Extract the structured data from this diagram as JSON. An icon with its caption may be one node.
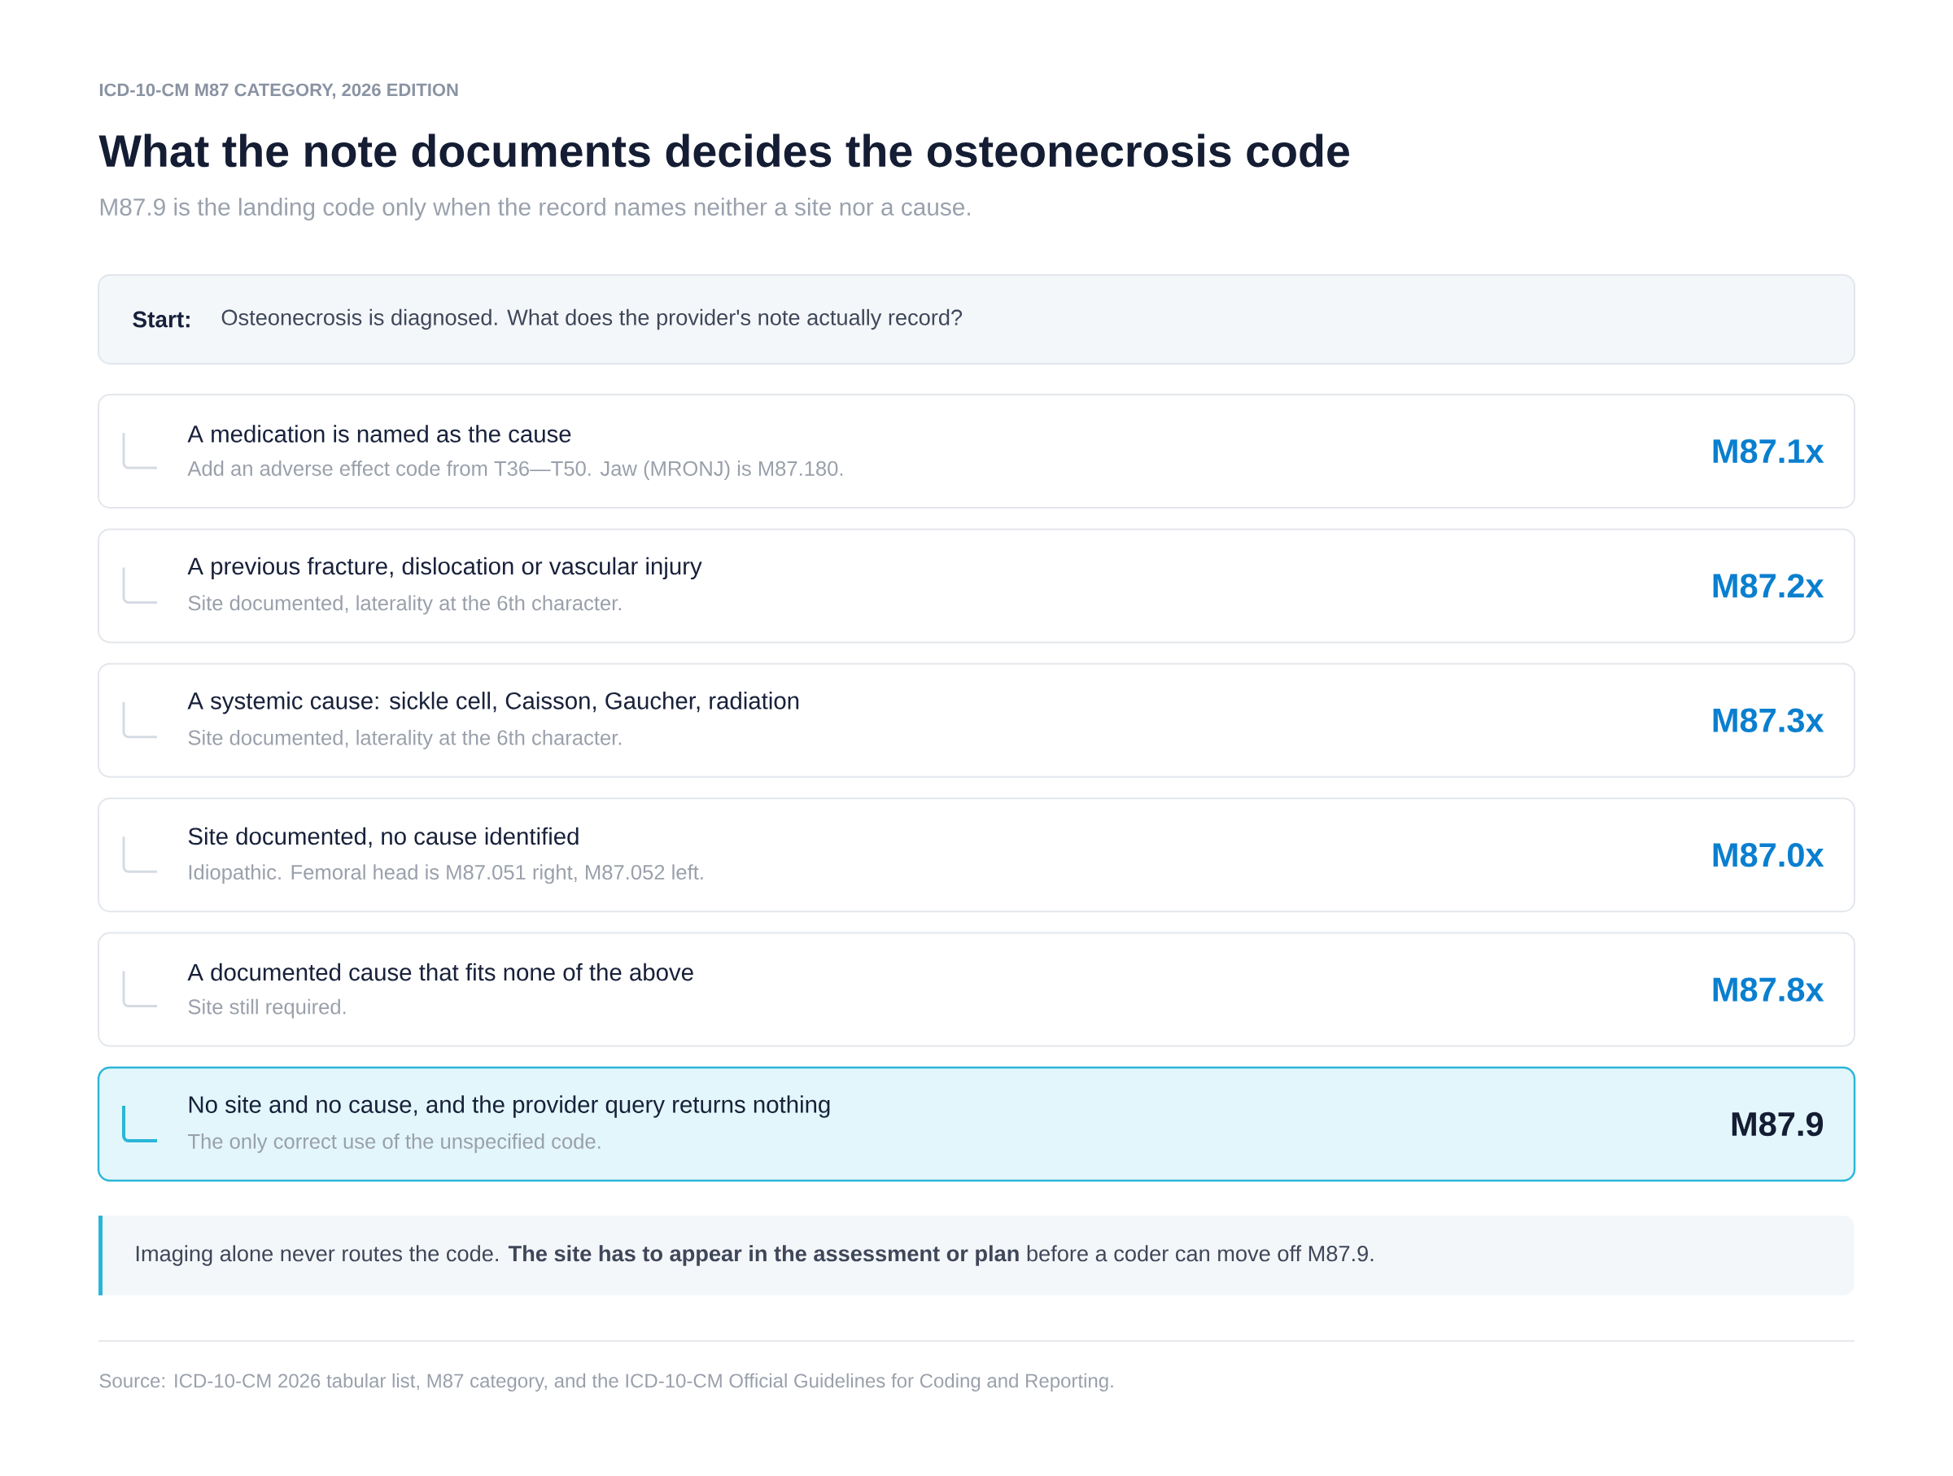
{
  "diagram": {
    "title": "What the note documents decides the osteonecrosis code",
    "nodes": [
      {
        "text": [
          "Start:",
          "Osteonecrosis is diagnosed. What does the provider's note actually record?"
        ]
      },
      {
        "text": [
          "A medication is named as the cause",
          "Add an adverse effect code from T36—T50. Jaw (MRONJ) is M87.180.",
          "M87.1x"
        ]
      },
      {
        "text": [
          "A previous fracture, dislocation or vascular injury",
          "Site documented, laterality at the 6th character.",
          "M87.2x"
        ]
      },
      {
        "text": [
          "A systemic cause: sickle cell, Caisson, Gaucher, radiation",
          "Site documented, laterality at the 6th character.",
          "M87.3x"
        ]
      },
      {
        "text": [
          "Site documented, no cause identified",
          "Idiopathic. Femoral head is M87.051 right, M87.052 left.",
          "M87.0x"
        ]
      },
      {
        "text": [
          "A documented cause that fits none of the above",
          "Site still required.",
          "M87.8x"
        ]
      },
      {
        "text": [
          "No site and no cause, and the provider query returns nothing",
          "The only correct use of the unspecified code.",
          "M87.9"
        ]
      },
      {
        "text": [
          "Imaging alone never routes the code. **The site has to appear in the assessment or plan** before a coder can move off M87.9."
        ]
      }
    ],
    "labels": [
      "ICD-10-CM M87 CATEGORY, 2026 EDITION",
      "M87.9 is the landing code only when the record names neither a site nor a cause.",
      "Source: ICD-10-CM 2026 tabular list, M87 category, and the ICD-10-CM Official Guidelines for Coding and Reporting."
    ]
  }
}
